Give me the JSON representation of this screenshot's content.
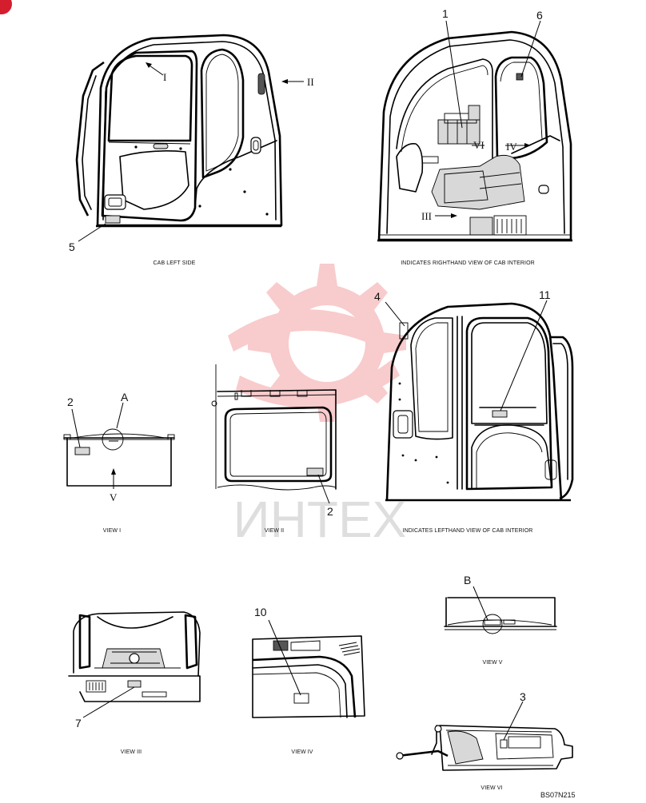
{
  "brand": {
    "watermark_text": "ИНТЕХ",
    "watermark_color": "#e7484b",
    "corner_badge_color": "#d41e2e"
  },
  "panels": {
    "cab_left_side": {
      "caption": "CAB LEFT SIDE",
      "view_marks": [
        "I",
        "II"
      ],
      "callouts": [
        "5"
      ]
    },
    "rh_interior": {
      "caption": "INDICATES RIGHTHAND VIEW OF CAB INTERIOR",
      "view_marks": [
        "VI",
        "IV",
        "III"
      ],
      "callouts": [
        "1",
        "6"
      ]
    },
    "view_i": {
      "caption": "VIEW I",
      "detail_mark": "A",
      "view_mark": "V",
      "callouts": [
        "2"
      ]
    },
    "view_ii": {
      "caption": "VIEW II",
      "callouts": [
        "2"
      ]
    },
    "lh_interior": {
      "caption": "INDICATES LEFTHAND VIEW OF CAB INTERIOR",
      "callouts": [
        "4",
        "11"
      ]
    },
    "view_iii": {
      "caption": "VIEW III",
      "callouts": [
        "7"
      ]
    },
    "view_iv": {
      "caption": "VIEW IV",
      "callouts": [
        "10"
      ]
    },
    "view_v": {
      "caption": "VIEW V",
      "detail_mark": "B"
    },
    "view_vi": {
      "caption": "VIEW VI",
      "callouts": [
        "3"
      ]
    }
  },
  "drawing_code": "BS07N215"
}
